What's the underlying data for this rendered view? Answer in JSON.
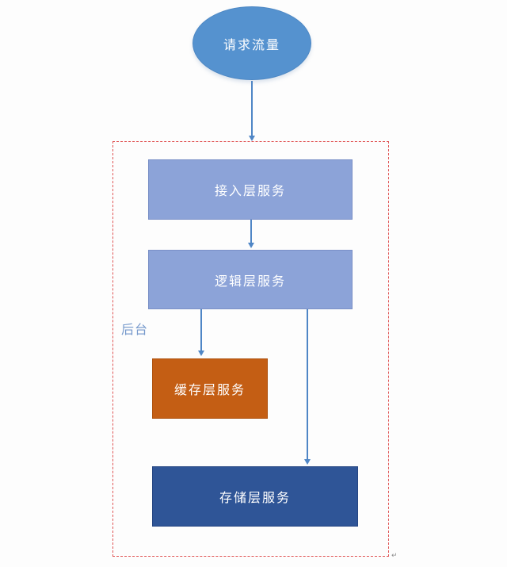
{
  "diagram": {
    "source": {
      "id": "request-traffic",
      "label": "请求流量",
      "fill": "#5592CF",
      "shape": "ellipse"
    },
    "group": {
      "label": "后台",
      "border_color": "#E05353",
      "label_color": "#7699CC",
      "border_style": "dashed"
    },
    "nodes": [
      {
        "id": "access-layer",
        "label": "接入层服务",
        "fill": "#8CA3D8"
      },
      {
        "id": "logic-layer",
        "label": "逻辑层服务",
        "fill": "#8CA3D8"
      },
      {
        "id": "cache-layer",
        "label": "缓存层服务",
        "fill": "#C45E14"
      },
      {
        "id": "storage-layer",
        "label": "存储层服务",
        "fill": "#2F5597"
      }
    ],
    "edges": [
      {
        "from": "请求流量",
        "to": "接入层服务"
      },
      {
        "from": "接入层服务",
        "to": "逻辑层服务"
      },
      {
        "from": "逻辑层服务",
        "to": "缓存层服务"
      },
      {
        "from": "逻辑层服务",
        "to": "存储层服务"
      }
    ],
    "colors": {
      "arrow": "#4F86C6",
      "node_text": "#FFFFFF",
      "background": "#FDFDFD"
    },
    "corner_mark": "↵"
  }
}
